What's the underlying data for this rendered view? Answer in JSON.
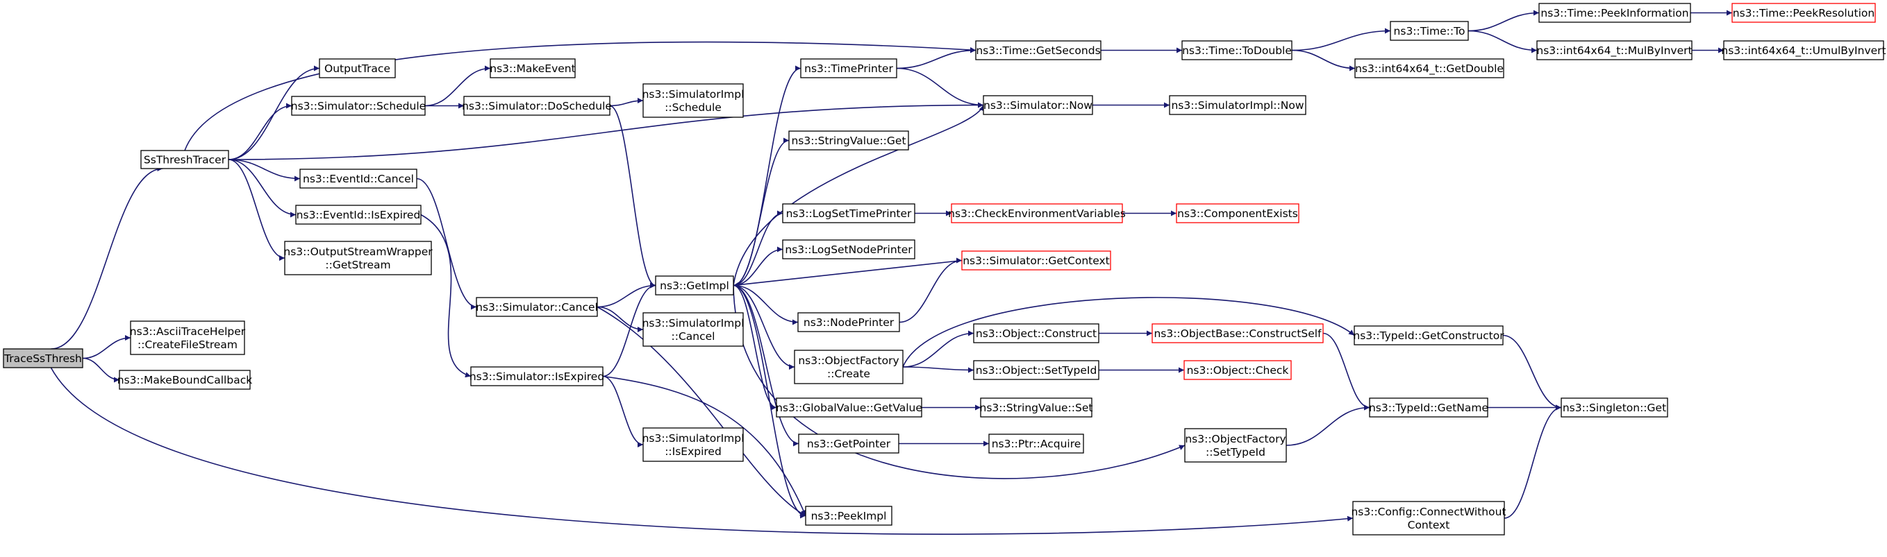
{
  "diagram": {
    "colors": {
      "node_stroke": "#000000",
      "highlight_stroke": "#ff0000",
      "root_fill": "#bfbfbf",
      "node_fill": "#ffffff",
      "edge": "#191970"
    },
    "nodes": [
      {
        "id": "trace_ss_thresh",
        "lines": [
          "TraceSsThresh"
        ],
        "style": "root"
      },
      {
        "id": "ss_thresh_tracer",
        "lines": [
          "SsThreshTracer"
        ]
      },
      {
        "id": "ascii_trace_helper",
        "lines": [
          "ns3::AsciiTraceHelper",
          "::CreateFileStream"
        ]
      },
      {
        "id": "make_bound_callback",
        "lines": [
          "ns3::MakeBoundCallback"
        ]
      },
      {
        "id": "config_connect_without_context",
        "lines": [
          "ns3::Config::ConnectWithout",
          "Context"
        ]
      },
      {
        "id": "output_trace",
        "lines": [
          "OutputTrace"
        ]
      },
      {
        "id": "simulator_schedule",
        "lines": [
          "ns3::Simulator::Schedule"
        ]
      },
      {
        "id": "event_id_cancel",
        "lines": [
          "ns3::EventId::Cancel"
        ]
      },
      {
        "id": "event_id_is_expired",
        "lines": [
          "ns3::EventId::IsExpired"
        ]
      },
      {
        "id": "output_stream_wrapper_get_stream",
        "lines": [
          "ns3::OutputStreamWrapper",
          "::GetStream"
        ]
      },
      {
        "id": "make_event",
        "lines": [
          "ns3::MakeEvent"
        ]
      },
      {
        "id": "simulator_do_schedule",
        "lines": [
          "ns3::Simulator::DoSchedule"
        ]
      },
      {
        "id": "simulator_impl_schedule",
        "lines": [
          "ns3::SimulatorImpl",
          "::Schedule"
        ]
      },
      {
        "id": "simulator_cancel",
        "lines": [
          "ns3::Simulator::Cancel"
        ]
      },
      {
        "id": "simulator_is_expired",
        "lines": [
          "ns3::Simulator::IsExpired"
        ]
      },
      {
        "id": "get_impl",
        "lines": [
          "ns3::GetImpl"
        ]
      },
      {
        "id": "simulator_impl_cancel",
        "lines": [
          "ns3::SimulatorImpl",
          "::Cancel"
        ]
      },
      {
        "id": "simulator_impl_is_expired",
        "lines": [
          "ns3::SimulatorImpl",
          "::IsExpired"
        ]
      },
      {
        "id": "time_printer",
        "lines": [
          "ns3::TimePrinter"
        ]
      },
      {
        "id": "string_value_get",
        "lines": [
          "ns3::StringValue::Get"
        ]
      },
      {
        "id": "log_set_time_printer",
        "lines": [
          "ns3::LogSetTimePrinter"
        ]
      },
      {
        "id": "log_set_node_printer",
        "lines": [
          "ns3::LogSetNodePrinter"
        ]
      },
      {
        "id": "node_printer",
        "lines": [
          "ns3::NodePrinter"
        ]
      },
      {
        "id": "object_factory_create",
        "lines": [
          "ns3::ObjectFactory",
          "::Create"
        ]
      },
      {
        "id": "global_value_get_value",
        "lines": [
          "ns3::GlobalValue::GetValue"
        ]
      },
      {
        "id": "get_pointer",
        "lines": [
          "ns3::GetPointer"
        ]
      },
      {
        "id": "peek_impl",
        "lines": [
          "ns3::PeekImpl"
        ]
      },
      {
        "id": "time_get_seconds",
        "lines": [
          "ns3::Time::GetSeconds"
        ]
      },
      {
        "id": "simulator_now",
        "lines": [
          "ns3::Simulator::Now"
        ]
      },
      {
        "id": "check_environment_variables",
        "lines": [
          "ns3::CheckEnvironmentVariables"
        ],
        "style": "highlight"
      },
      {
        "id": "simulator_get_context",
        "lines": [
          "ns3::Simulator::GetContext"
        ],
        "style": "highlight"
      },
      {
        "id": "object_construct",
        "lines": [
          "ns3::Object::Construct"
        ]
      },
      {
        "id": "object_set_type_id",
        "lines": [
          "ns3::Object::SetTypeId"
        ]
      },
      {
        "id": "string_value_set",
        "lines": [
          "ns3::StringValue::Set"
        ]
      },
      {
        "id": "ptr_acquire",
        "lines": [
          "ns3::Ptr::Acquire"
        ]
      },
      {
        "id": "object_factory_set_type_id",
        "lines": [
          "ns3::ObjectFactory",
          "::SetTypeId"
        ]
      },
      {
        "id": "time_to_double",
        "lines": [
          "ns3::Time::ToDouble"
        ]
      },
      {
        "id": "simulator_impl_now",
        "lines": [
          "ns3::SimulatorImpl::Now"
        ]
      },
      {
        "id": "component_exists",
        "lines": [
          "ns3::ComponentExists"
        ],
        "style": "highlight"
      },
      {
        "id": "object_base_construct_self",
        "lines": [
          "ns3::ObjectBase::ConstructSelf"
        ],
        "style": "highlight"
      },
      {
        "id": "object_check",
        "lines": [
          "ns3::Object::Check"
        ],
        "style": "highlight"
      },
      {
        "id": "type_id_get_constructor",
        "lines": [
          "ns3::TypeId::GetConstructor"
        ]
      },
      {
        "id": "type_id_get_name",
        "lines": [
          "ns3::TypeId::GetName"
        ]
      },
      {
        "id": "time_to",
        "lines": [
          "ns3::Time::To"
        ]
      },
      {
        "id": "int64x64_get_double",
        "lines": [
          "ns3::int64x64_t::GetDouble"
        ]
      },
      {
        "id": "time_peek_information",
        "lines": [
          "ns3::Time::PeekInformation"
        ]
      },
      {
        "id": "int64x64_mul_by_invert",
        "lines": [
          "ns3::int64x64_t::MulByInvert"
        ]
      },
      {
        "id": "singleton_get",
        "lines": [
          "ns3::Singleton::Get"
        ]
      },
      {
        "id": "time_peek_resolution",
        "lines": [
          "ns3::Time::PeekResolution"
        ],
        "style": "highlight"
      },
      {
        "id": "int64x64_umul_by_invert",
        "lines": [
          "ns3::int64x64_t::UmulByInvert"
        ]
      }
    ],
    "edges": [
      [
        "trace_ss_thresh",
        "ss_thresh_tracer"
      ],
      [
        "trace_ss_thresh",
        "ascii_trace_helper"
      ],
      [
        "trace_ss_thresh",
        "make_bound_callback"
      ],
      [
        "trace_ss_thresh",
        "config_connect_without_context"
      ],
      [
        "ss_thresh_tracer",
        "output_trace"
      ],
      [
        "ss_thresh_tracer",
        "simulator_schedule"
      ],
      [
        "ss_thresh_tracer",
        "event_id_cancel"
      ],
      [
        "ss_thresh_tracer",
        "event_id_is_expired"
      ],
      [
        "ss_thresh_tracer",
        "output_stream_wrapper_get_stream"
      ],
      [
        "ss_thresh_tracer",
        "time_get_seconds"
      ],
      [
        "ss_thresh_tracer",
        "simulator_now"
      ],
      [
        "simulator_schedule",
        "make_event"
      ],
      [
        "simulator_schedule",
        "simulator_do_schedule"
      ],
      [
        "simulator_do_schedule",
        "simulator_impl_schedule"
      ],
      [
        "simulator_do_schedule",
        "get_impl"
      ],
      [
        "event_id_cancel",
        "simulator_cancel"
      ],
      [
        "event_id_is_expired",
        "simulator_is_expired"
      ],
      [
        "simulator_cancel",
        "get_impl"
      ],
      [
        "simulator_cancel",
        "simulator_impl_cancel"
      ],
      [
        "simulator_cancel",
        "peek_impl"
      ],
      [
        "simulator_is_expired",
        "get_impl"
      ],
      [
        "simulator_is_expired",
        "simulator_impl_is_expired"
      ],
      [
        "simulator_is_expired",
        "peek_impl"
      ],
      [
        "get_impl",
        "time_printer"
      ],
      [
        "get_impl",
        "string_value_get"
      ],
      [
        "get_impl",
        "log_set_time_printer"
      ],
      [
        "get_impl",
        "log_set_node_printer"
      ],
      [
        "get_impl",
        "node_printer"
      ],
      [
        "get_impl",
        "object_factory_create"
      ],
      [
        "get_impl",
        "global_value_get_value"
      ],
      [
        "get_impl",
        "get_pointer"
      ],
      [
        "get_impl",
        "peek_impl"
      ],
      [
        "get_impl",
        "simulator_now"
      ],
      [
        "get_impl",
        "object_factory_set_type_id"
      ],
      [
        "time_printer",
        "time_get_seconds"
      ],
      [
        "time_printer",
        "simulator_now"
      ],
      [
        "log_set_time_printer",
        "check_environment_variables"
      ],
      [
        "check_environment_variables",
        "component_exists"
      ],
      [
        "node_printer",
        "simulator_get_context"
      ],
      [
        "simulator_get_context",
        "get_impl"
      ],
      [
        "object_factory_create",
        "object_construct"
      ],
      [
        "object_factory_create",
        "object_set_type_id"
      ],
      [
        "object_factory_create",
        "type_id_get_constructor"
      ],
      [
        "global_value_get_value",
        "string_value_set"
      ],
      [
        "get_pointer",
        "ptr_acquire"
      ],
      [
        "object_construct",
        "object_base_construct_self"
      ],
      [
        "object_set_type_id",
        "object_check"
      ],
      [
        "object_base_construct_self",
        "type_id_get_name"
      ],
      [
        "object_factory_set_type_id",
        "type_id_get_name"
      ],
      [
        "type_id_get_constructor",
        "singleton_get"
      ],
      [
        "type_id_get_name",
        "singleton_get"
      ],
      [
        "config_connect_without_context",
        "singleton_get"
      ],
      [
        "time_get_seconds",
        "time_to_double"
      ],
      [
        "simulator_now",
        "simulator_impl_now"
      ],
      [
        "time_to_double",
        "time_to"
      ],
      [
        "time_to_double",
        "int64x64_get_double"
      ],
      [
        "time_to",
        "time_peek_information"
      ],
      [
        "time_to",
        "int64x64_mul_by_invert"
      ],
      [
        "time_peek_information",
        "time_peek_resolution"
      ],
      [
        "int64x64_mul_by_invert",
        "int64x64_umul_by_invert"
      ]
    ]
  }
}
